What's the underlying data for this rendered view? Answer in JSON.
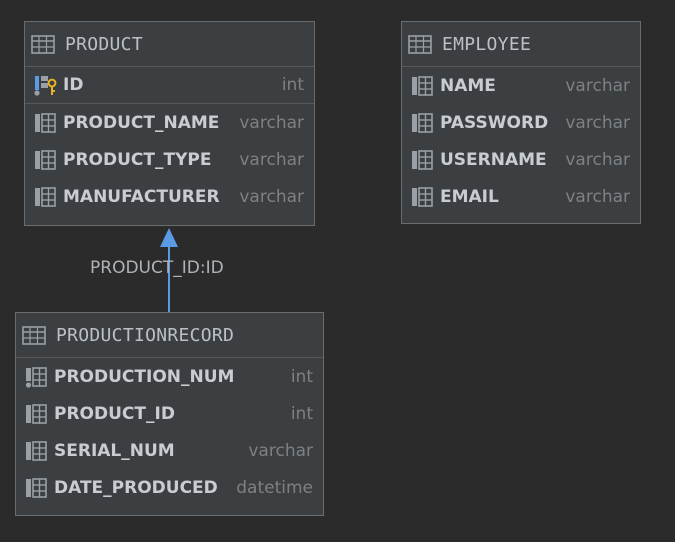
{
  "colors": {
    "background": "#2b2b2b",
    "table_bg": "#3b3f41",
    "table_border": "#6a6d70",
    "relation_arrow": "#5a9be6",
    "key_icon": "#e6b422",
    "pk_icon": "#5a9be6"
  },
  "tables": {
    "product": {
      "title": "PRODUCT",
      "columns": [
        {
          "name": "ID",
          "type": "int",
          "icon": "primary-key-icon"
        },
        {
          "name": "PRODUCT_NAME",
          "type": "varchar",
          "icon": "column-icon"
        },
        {
          "name": "PRODUCT_TYPE",
          "type": "varchar",
          "icon": "column-icon"
        },
        {
          "name": "MANUFACTURER",
          "type": "varchar",
          "icon": "column-icon"
        }
      ]
    },
    "employee": {
      "title": "EMPLOYEE",
      "columns": [
        {
          "name": "NAME",
          "type": "varchar",
          "icon": "column-icon"
        },
        {
          "name": "PASSWORD",
          "type": "varchar",
          "icon": "column-icon"
        },
        {
          "name": "USERNAME",
          "type": "varchar",
          "icon": "column-icon"
        },
        {
          "name": "EMAIL",
          "type": "varchar",
          "icon": "column-icon"
        }
      ]
    },
    "productionrecord": {
      "title": "PRODUCTIONRECORD",
      "columns": [
        {
          "name": "PRODUCTION_NUM",
          "type": "int",
          "icon": "not-null-column-icon"
        },
        {
          "name": "PRODUCT_ID",
          "type": "int",
          "icon": "column-icon"
        },
        {
          "name": "SERIAL_NUM",
          "type": "varchar",
          "icon": "column-icon"
        },
        {
          "name": "DATE_PRODUCED",
          "type": "datetime",
          "icon": "column-icon"
        }
      ]
    }
  },
  "relations": [
    {
      "label": "PRODUCT_ID:ID",
      "from": "PRODUCTIONRECORD",
      "to": "PRODUCT"
    }
  ]
}
